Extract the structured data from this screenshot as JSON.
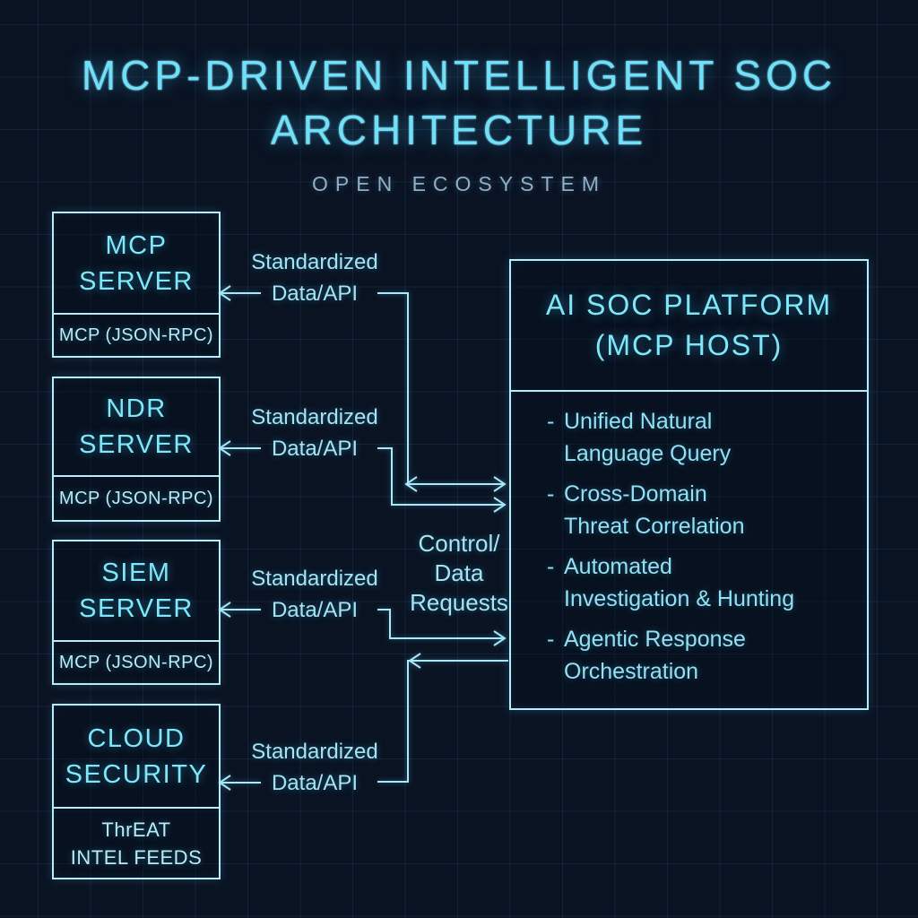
{
  "title": {
    "line1": "MCP-DRIVEN INTELLIGENT SOC",
    "line2": "ARCHITECTURE"
  },
  "subtitle": "OPEN ECOSYSTEM",
  "servers": [
    {
      "name": "MCP Server",
      "title_lines": [
        "MCP",
        "SERVER"
      ],
      "footer_lines": [
        "MCP (JSON-RPC)"
      ]
    },
    {
      "name": "NDR Server",
      "title_lines": [
        "NDR",
        "SERVER"
      ],
      "footer_lines": [
        "MCP (JSON-RPC)"
      ]
    },
    {
      "name": "SIEM Server",
      "title_lines": [
        "SIEM",
        "SERVER"
      ],
      "footer_lines": [
        "MCP (JSON-RPC)"
      ]
    },
    {
      "name": "Cloud Security",
      "title_lines": [
        "CLOUD",
        "SECURITY"
      ],
      "footer_lines": [
        "ThrEAT",
        "INTEL FEEDS"
      ]
    }
  ],
  "connections": [
    {
      "label_lines": [
        "Standardized",
        "Data/API"
      ],
      "flow": "bidirectional-with-platform, into MCP Server"
    },
    {
      "label_lines": [
        "Standardized",
        "Data/API"
      ],
      "flow": "into platform, into NDR Server"
    },
    {
      "label_lines": [
        "Standardized",
        "Data/API"
      ],
      "flow": "into platform, into SIEM Server"
    },
    {
      "label_lines": [
        "Standardized",
        "Data/API"
      ],
      "flow": "from platform, into Cloud Security"
    }
  ],
  "center_label": [
    "Control/",
    "Data",
    "Requests"
  ],
  "platform": {
    "title_lines": [
      "AI SOC PLATFORM",
      "(MCP HOST)"
    ],
    "bullet_glyph": "-",
    "bullets": [
      {
        "lines": [
          "Unified Natural",
          "Language Query"
        ]
      },
      {
        "lines": [
          "Cross-Domain",
          "Threat Correlation"
        ]
      },
      {
        "lines": [
          "Automated",
          "Investigation & Hunting"
        ]
      },
      {
        "lines": [
          "Agentic Response",
          "Orchestration"
        ]
      }
    ]
  },
  "colors": {
    "background": "#0a1322",
    "grid_line": "#16335c",
    "title_accent": "#6fe0f7",
    "box_border": "#b7edf8",
    "box_title": "#7ee7f8",
    "line_accent": "#ace8f6",
    "label_text": "#a5e4f2",
    "subtitle_text": "#8fafc4"
  }
}
